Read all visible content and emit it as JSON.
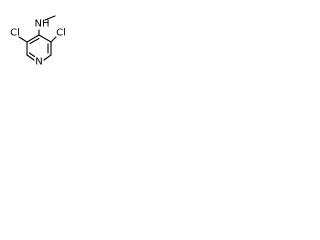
{
  "structure": {
    "atoms": {
      "cl_left": "Cl",
      "cl_right": "Cl",
      "nh": "NH",
      "ring_n": "N"
    }
  }
}
